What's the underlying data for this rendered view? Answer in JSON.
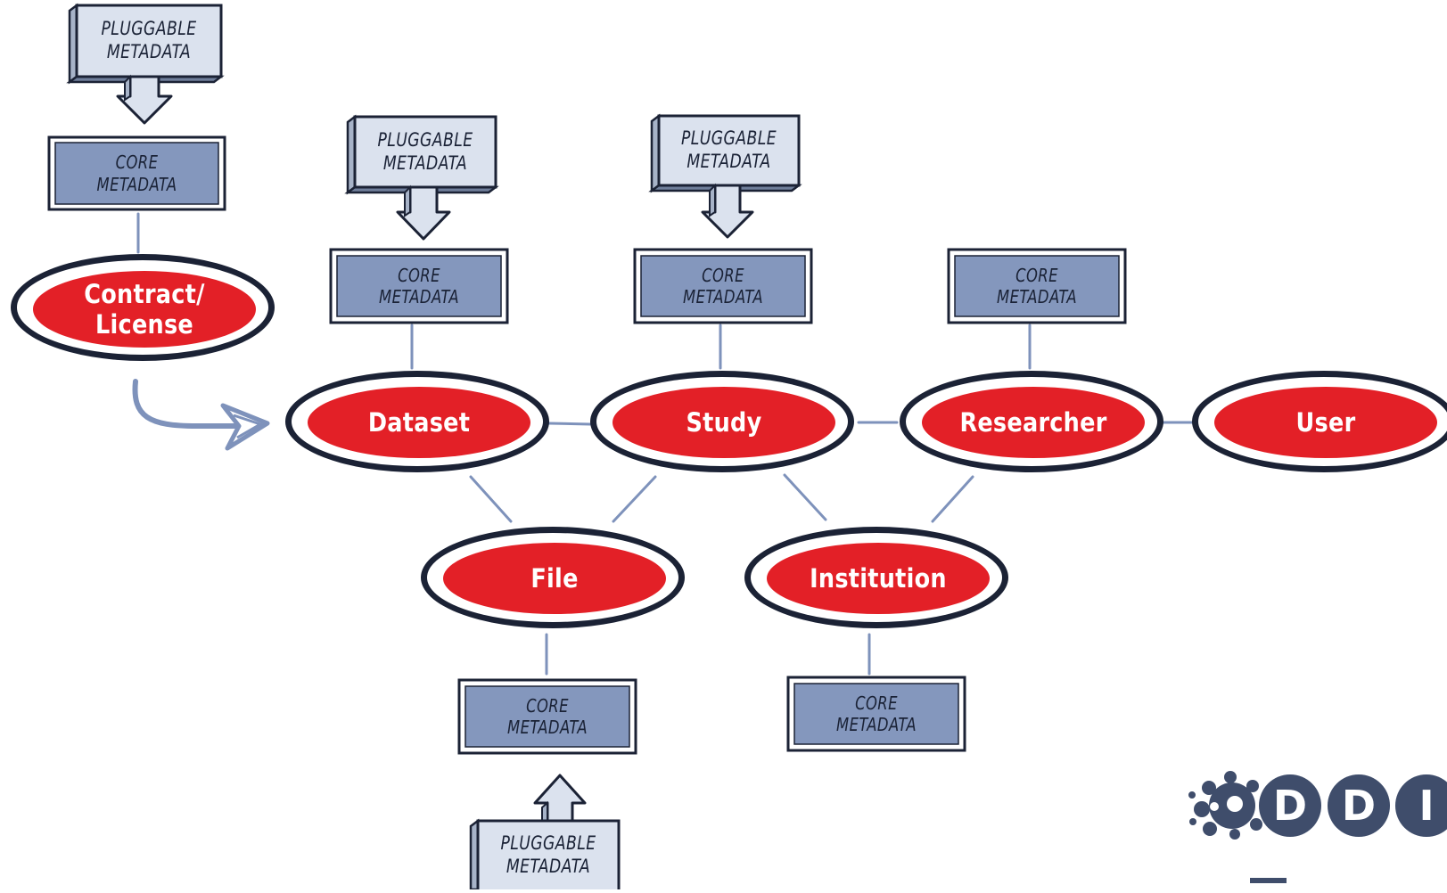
{
  "entities": [
    {
      "id": "contract",
      "label": "Contract/\nLicense"
    },
    {
      "id": "dataset",
      "label": "Dataset"
    },
    {
      "id": "study",
      "label": "Study"
    },
    {
      "id": "researcher",
      "label": "Researcher"
    },
    {
      "id": "user",
      "label": "User"
    },
    {
      "id": "file",
      "label": "File"
    },
    {
      "id": "institution",
      "label": "Institution"
    }
  ],
  "core_boxes": [
    {
      "id": "core-contract",
      "label": "CORE\nMETADATA",
      "attached_to": "contract"
    },
    {
      "id": "core-dataset",
      "label": "CORE\nMETADATA",
      "attached_to": "dataset"
    },
    {
      "id": "core-study",
      "label": "CORE\nMETADATA",
      "attached_to": "study"
    },
    {
      "id": "core-researcher",
      "label": "CORE\nMETADATA",
      "attached_to": "researcher"
    },
    {
      "id": "core-file",
      "label": "CORE\nMETADATA",
      "attached_to": "file"
    },
    {
      "id": "core-institution",
      "label": "CORE\nMETADATA",
      "attached_to": "institution"
    }
  ],
  "pluggable_boxes": [
    {
      "id": "plug-contract",
      "label": "PLUGGABLE\nMETADATA",
      "feeds": "core-contract"
    },
    {
      "id": "plug-dataset",
      "label": "PLUGGABLE\nMETADATA",
      "feeds": "core-dataset"
    },
    {
      "id": "plug-study",
      "label": "PLUGGABLE\nMETADATA",
      "feeds": "core-study"
    },
    {
      "id": "plug-file",
      "label": "PLUGGABLE\nMETADATA",
      "feeds": "core-file"
    }
  ],
  "relations": [
    [
      "dataset",
      "study"
    ],
    [
      "study",
      "researcher"
    ],
    [
      "researcher",
      "user"
    ],
    [
      "dataset",
      "file"
    ],
    [
      "study",
      "file"
    ],
    [
      "study",
      "institution"
    ],
    [
      "researcher",
      "institution"
    ],
    [
      "contract",
      "dataset"
    ]
  ],
  "logo": {
    "text": "DDI"
  },
  "colors": {
    "entity_fill": "#e32027",
    "entity_ring": "#1b2235",
    "core_fill": "#8497bd",
    "pluggable_fill": "#dbe2ee",
    "connector": "#7e92bb",
    "logo_circle": "#3f4d6b"
  }
}
